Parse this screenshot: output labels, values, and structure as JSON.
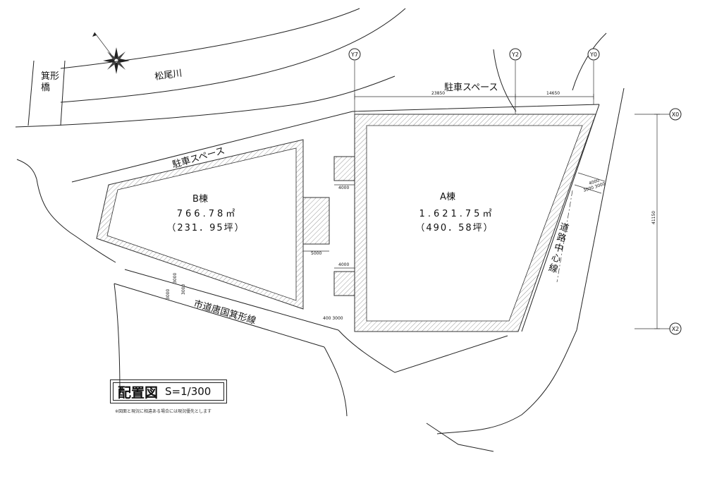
{
  "labels": {
    "river": "松尾川",
    "bridge": "箕形橋",
    "parking_top": "駐車スペース",
    "parking_left": "駐車スペース",
    "road": "市道唐国箕形線",
    "centerline": "道路中心線"
  },
  "buildings": {
    "a": {
      "name": "A棟",
      "area": "1.621.75㎡",
      "tsubo": "（490．58坪）"
    },
    "b": {
      "name": "B棟",
      "area": "766.78㎡",
      "tsubo": "（231．95坪）"
    }
  },
  "grid": {
    "y7": "Y7",
    "y2": "Y2",
    "y0": "Y0",
    "x0": "X0",
    "x2": "X2"
  },
  "dimensions": {
    "top_left": "23850",
    "top_right": "14650",
    "right_vertical": "41150",
    "annex_top": "4000",
    "annex_mid": "5000",
    "annex_bottom": "4000",
    "road_right_top": "4000",
    "road_right_bottom": "3000 3000",
    "road_left_a": "3000",
    "road_left_b": "3000",
    "road_left_c": "3000",
    "corner": "400 3000"
  },
  "title": {
    "main": "配置図",
    "scale": "S=1/300"
  },
  "note": "※図面と現況に相違ある場合には現況優先とします",
  "colors": {
    "line": "#222222",
    "hatch": "#9a9a9a",
    "background": "#ffffff"
  }
}
